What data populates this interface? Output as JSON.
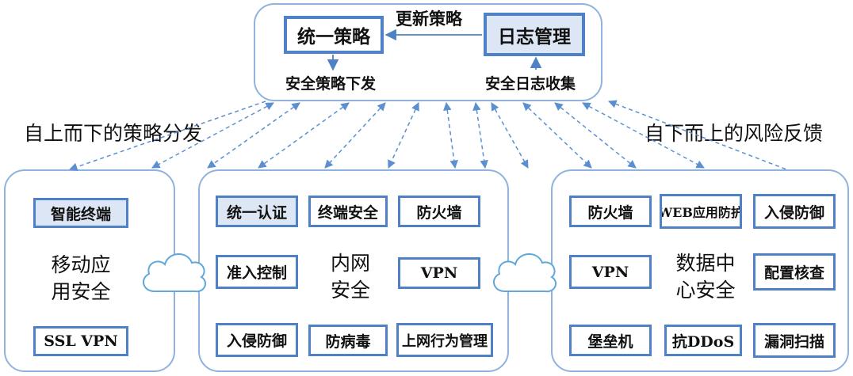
{
  "top": {
    "unified_policy": "统一策略",
    "log_management": "日志管理",
    "update_policy": "更新策略",
    "policy_dispatch": "安全策略下发",
    "log_collect": "安全日志收集"
  },
  "arrows": {
    "left_caption": "自上而下的策略分发",
    "right_caption": "自下而上的风险反馈"
  },
  "mobile": {
    "title": "移动应\n用安全",
    "items": [
      "智能终端",
      "SSL VPN"
    ]
  },
  "intranet": {
    "title": "内网\n安全",
    "items": [
      "统一认证",
      "终端安全",
      "防火墙",
      "准入控制",
      "VPN",
      "入侵防御",
      "防病毒",
      "上网行为管理"
    ]
  },
  "datacenter": {
    "title": "数据中\n心安全",
    "items": [
      "防火墙",
      "WEB应用防护",
      "入侵防御",
      "VPN",
      "配置核查",
      "堡垒机",
      "抗DDoS",
      "漏洞扫描"
    ]
  },
  "icons": {
    "cloud": "cloud-icon"
  },
  "colors": {
    "border": "#4f81c7",
    "panel_border": "#8fb3dc",
    "arrow": "#5b8fd0",
    "fill": "#dce6f4"
  }
}
